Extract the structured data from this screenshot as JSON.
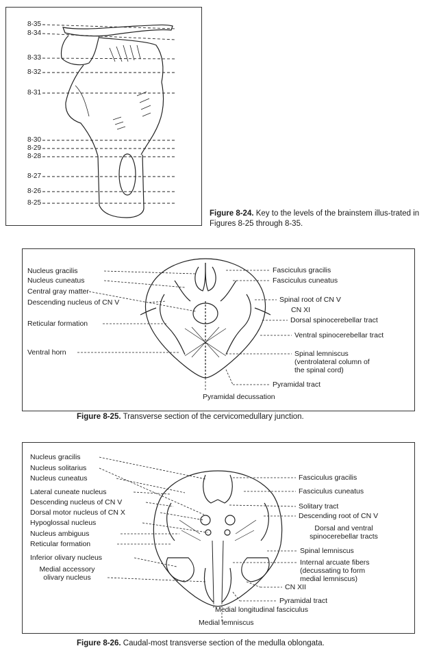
{
  "fig24": {
    "levels": [
      "8-35",
      "8-34",
      "8-33",
      "8-32",
      "8-31",
      "8-30",
      "8-29",
      "8-28",
      "8-27",
      "8-26",
      "8-25"
    ],
    "caption_num": "Figure 8-24.",
    "caption_text": "Key to the levels of the brainstem illus-trated in Figures 8-25 through 8-35."
  },
  "fig25": {
    "left": [
      "Nucleus gracilis",
      "Nucleus cuneatus",
      "Central gray matter",
      "Descending nucleus of CN V",
      "Reticular formation",
      "Ventral horn"
    ],
    "right": [
      "Fasciculus gracilis",
      "Fasciculus cuneatus",
      "Spinal root of CN V",
      "CN XI",
      "Dorsal spinocerebellar tract",
      "Ventral spinocerebellar tract",
      "Spinal lemniscus\n(ventrolateral column of\nthe spinal cord)",
      "Pyramidal tract"
    ],
    "bottom": "Pyramidal decussation",
    "caption_num": "Figure 8-25.",
    "caption_text": "Transverse section of the cervicomedullary junction."
  },
  "fig26": {
    "left": [
      "Nucleus gracilis",
      "Nucleus solitarius",
      "Nucleus cuneatus",
      "Lateral cuneate nucleus",
      "Descending nucleus of CN V",
      "Dorsal motor nucleus of CN X",
      "Hypoglossal nucleus",
      "Nucleus ambiguus",
      "Reticular formation",
      "Inferior olivary nucleus",
      "Medial accessory\nolivary nucleus"
    ],
    "right": [
      "Fasciculus gracilis",
      "Fasciculus cuneatus",
      "Solitary tract",
      "Descending root of CN V",
      "Dorsal and ventral\nspinocerebellar tracts",
      "Spinal lemniscus",
      "Internal arcuate fibers\n(decussating to form\nmedial lemniscus)",
      "CN XII",
      "Pyramidal tract"
    ],
    "bottom": [
      "Medial longitudinal fasciculus",
      "Medial lemniscus"
    ],
    "caption_num": "Figure 8-26.",
    "caption_text": "Caudal-most transverse section of the medulla oblongata."
  }
}
